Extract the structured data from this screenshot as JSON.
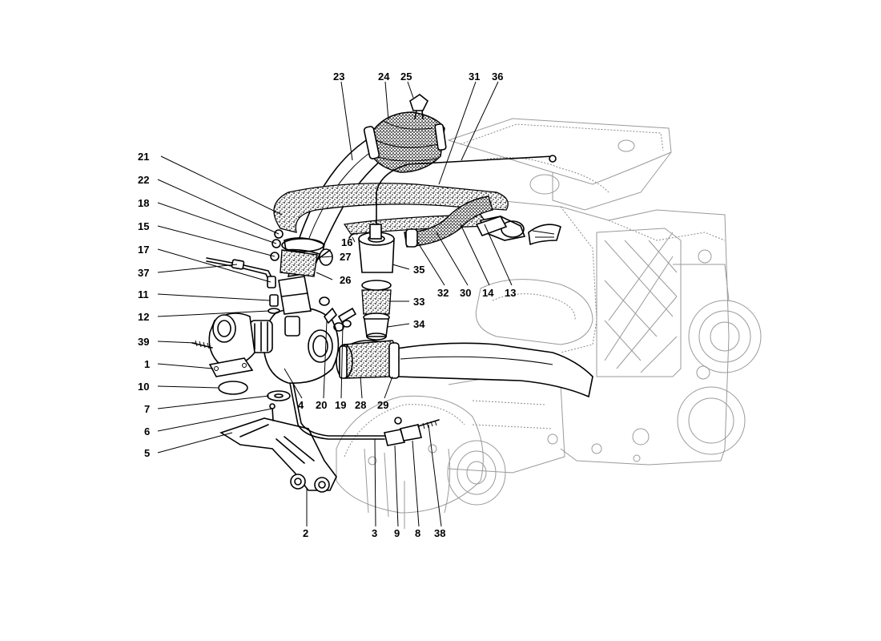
{
  "callouts": [
    {
      "id": "23",
      "text": "23"
    },
    {
      "id": "24",
      "text": "24"
    },
    {
      "id": "25",
      "text": "25"
    },
    {
      "id": "31",
      "text": "31"
    },
    {
      "id": "36",
      "text": "36"
    },
    {
      "id": "21",
      "text": "21"
    },
    {
      "id": "22",
      "text": "22"
    },
    {
      "id": "18",
      "text": "18"
    },
    {
      "id": "15",
      "text": "15"
    },
    {
      "id": "17",
      "text": "17"
    },
    {
      "id": "37",
      "text": "37"
    },
    {
      "id": "11",
      "text": "11"
    },
    {
      "id": "12",
      "text": "12"
    },
    {
      "id": "39",
      "text": "39"
    },
    {
      "id": "1",
      "text": "1"
    },
    {
      "id": "10",
      "text": "10"
    },
    {
      "id": "7",
      "text": "7"
    },
    {
      "id": "6",
      "text": "6"
    },
    {
      "id": "5",
      "text": "5"
    },
    {
      "id": "2",
      "text": "2"
    },
    {
      "id": "16",
      "text": "16"
    },
    {
      "id": "27",
      "text": "27"
    },
    {
      "id": "26",
      "text": "26"
    },
    {
      "id": "35",
      "text": "35"
    },
    {
      "id": "32",
      "text": "32"
    },
    {
      "id": "30",
      "text": "30"
    },
    {
      "id": "14",
      "text": "14"
    },
    {
      "id": "13",
      "text": "13"
    },
    {
      "id": "33",
      "text": "33"
    },
    {
      "id": "34",
      "text": "34"
    },
    {
      "id": "4",
      "text": "4"
    },
    {
      "id": "20",
      "text": "20"
    },
    {
      "id": "19",
      "text": "19"
    },
    {
      "id": "28",
      "text": "28"
    },
    {
      "id": "29",
      "text": "29"
    },
    {
      "id": "3",
      "text": "3"
    },
    {
      "id": "9",
      "text": "9"
    },
    {
      "id": "8",
      "text": "8"
    },
    {
      "id": "38",
      "text": "38"
    }
  ]
}
